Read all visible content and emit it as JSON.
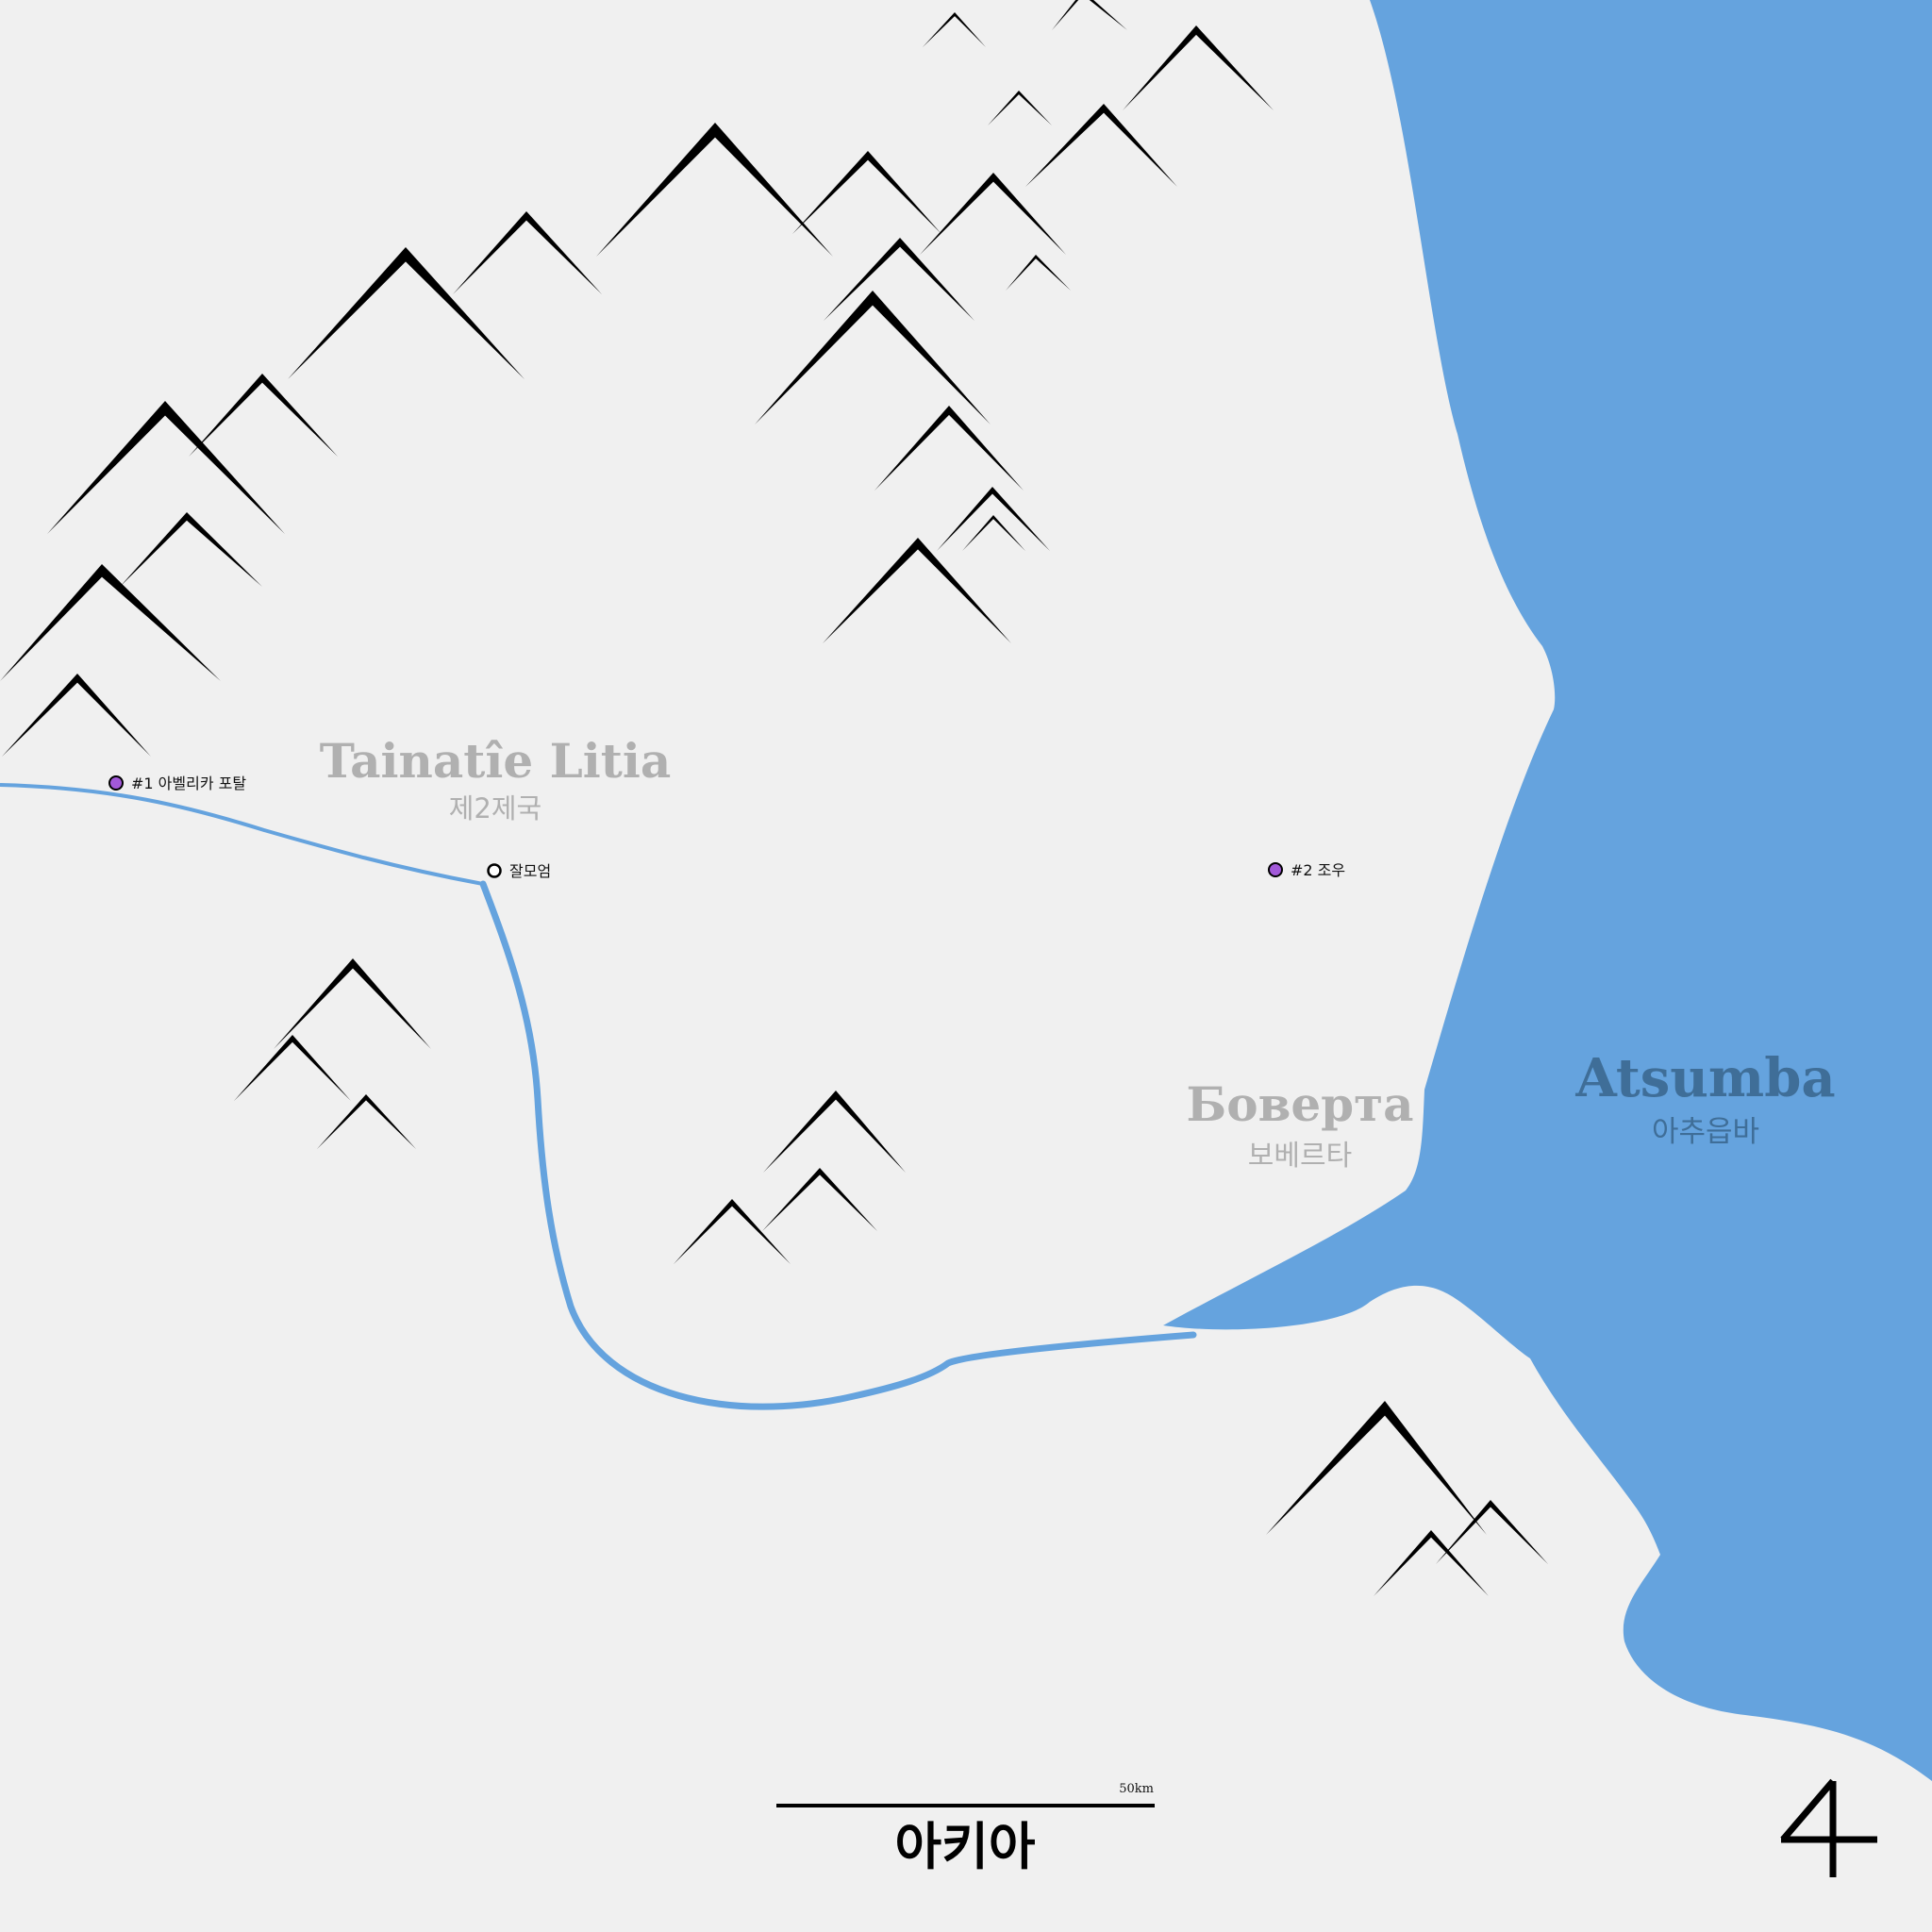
{
  "colors": {
    "land": "#f0f0f0",
    "water": "#65a3de",
    "river": "#65a3de",
    "mountain": "#000000",
    "region_label": "#b0b0b0",
    "sea_label": "#3f6e98",
    "poi_marker": "#a259d9"
  },
  "regions": {
    "tainatie": {
      "name": "Tainatîe Litia",
      "sub": "제2제국"
    },
    "boverta": {
      "name": "Боверта",
      "sub": "보베르타"
    },
    "atsumba": {
      "name": "Atsumba",
      "sub": "아추읍바"
    }
  },
  "places": {
    "portal": {
      "label": "#1 아벨리카 포탈",
      "marker": "poi"
    },
    "jalmoeom": {
      "label": "잘모엄",
      "marker": "town"
    },
    "jou": {
      "label": "#2 조우",
      "marker": "poi"
    }
  },
  "scale": {
    "label": "50km"
  },
  "title": "아키아",
  "compass": {
    "icon": "north-arrow-icon"
  }
}
